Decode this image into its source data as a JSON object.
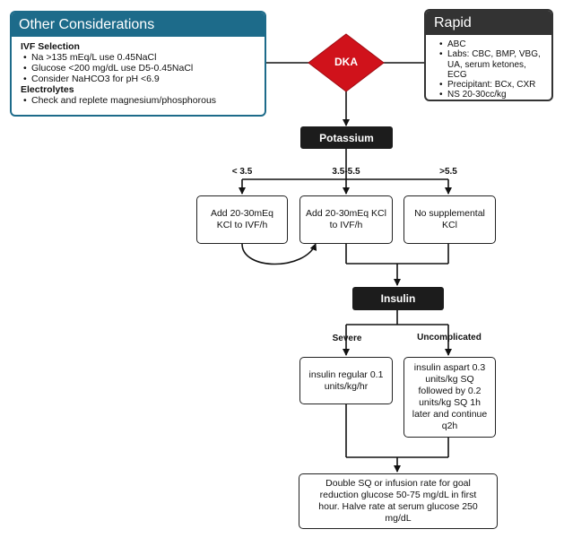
{
  "other_considerations": {
    "title": "Other Considerations",
    "ivf_heading": "IVF Selection",
    "ivf_items": [
      "Na >135 mEq/L use 0.45NaCl",
      "Glucose <200 mg/dL use D5-0.45NaCl",
      "Consider NaHCO3 for pH <6.9"
    ],
    "electrolytes_heading": "Electrolytes",
    "electrolytes_items": [
      "Check and replete magnesium/phosphorous"
    ]
  },
  "rapid_assessment": {
    "title": "Rapid Assessment",
    "items": [
      "ABC",
      "Labs: CBC, BMP, VBG, UA, serum ketones, ECG",
      "Precipitant: BCx, CXR",
      "NS 20-30cc/kg"
    ]
  },
  "flow": {
    "start": "DKA",
    "potassium": "Potassium",
    "k_low_label": "< 3.5",
    "k_mid_label": "3.5-5.5",
    "k_high_label": ">5.5",
    "k_low_action": "Add 20-30mEq KCl to IVF/h",
    "k_mid_action": "Add 20-30mEq KCl to IVF/h",
    "k_high_action": "No supplemental KCl",
    "insulin": "Insulin",
    "severe_label": "Severe",
    "uncomplicated_label": "Uncomplicated",
    "severe_action": "insulin regular 0.1 units/kg/hr",
    "uncomplicated_action": "insulin aspart 0.3 units/kg SQ followed by 0.2 units/kg SQ 1h later and continue q2h",
    "final": "Double SQ or infusion rate for goal reduction glucose 50-75 mg/dL in first hour. Halve rate at serum glucose 250 mg/dL"
  },
  "colors": {
    "left_panel": "#1d6b8a",
    "right_panel": "#333333",
    "dka_diamond": "#d0121b",
    "dark_node": "#1c1c1c"
  }
}
